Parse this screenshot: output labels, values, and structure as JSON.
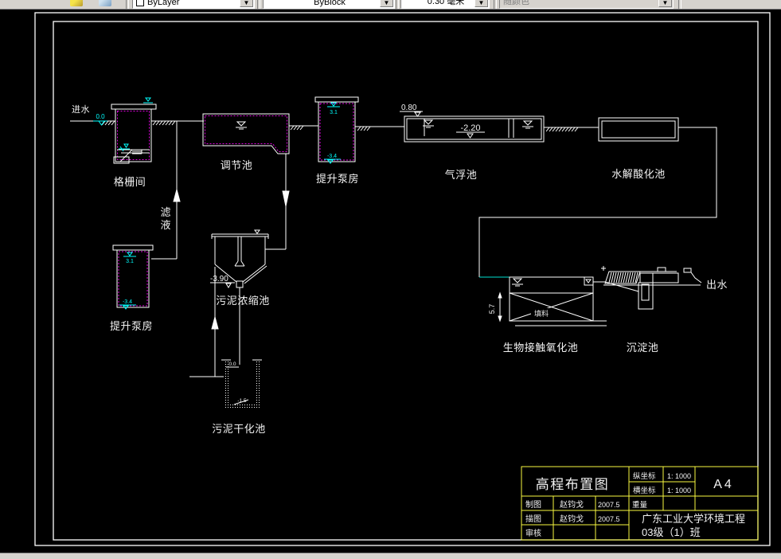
{
  "toolbar": {
    "color_combo": "ByLayer",
    "linetype_combo": "ByBlock",
    "lineweight_combo": "0.30 毫米",
    "plotstyle_combo": "随颜色"
  },
  "diagram": {
    "labels": {
      "inlet": "进水",
      "grid_chamber": "格栅间",
      "regulating_tank": "调节池",
      "pump_house": "提升泵房",
      "air_flotation_tank": "气浮池",
      "hydrolysis_tank": "水解酸化池",
      "filtrate_char1": "滤",
      "filtrate_char2": "液",
      "sludge_thickener": "污泥浓缩池",
      "sludge_drying_bed": "污泥干化池",
      "bio_contact_tank": "生物接触氧化池",
      "sedimentation_tank": "沉淀池",
      "outlet": "出水",
      "filler": "填料"
    },
    "elevations": {
      "inlet": "0.0",
      "flotation_top": "0.80",
      "flotation_water": "-2.20",
      "thickener_bottom": "-3.90",
      "pump_top": "3.1",
      "pump_bottom": "-3.4",
      "drying_top": "0.0",
      "drying_bottom": "-1.5",
      "contact_depth": "5.7"
    },
    "colors": {
      "line": "#ffffff",
      "annotation": "#00ffff",
      "tank_dash": "#e100e1",
      "titleblock": "#f8f840"
    }
  },
  "title_block": {
    "title": "高程布置图",
    "paper_size": "A4",
    "v_scale_label": "纵坐标",
    "v_scale": "1: 1000",
    "h_scale_label": "横坐标",
    "h_scale": "1: 1000",
    "weight_label": "重量",
    "drafter_label": "制图",
    "drafter": "赵钧戈",
    "drafter_date": "2007.5",
    "tracer_label": "描图",
    "tracer": "赵钧戈",
    "tracer_date": "2007.5",
    "reviewer_label": "审核",
    "org_line1": "广东工业大学环境工程",
    "org_line2": "03级（1）班"
  }
}
